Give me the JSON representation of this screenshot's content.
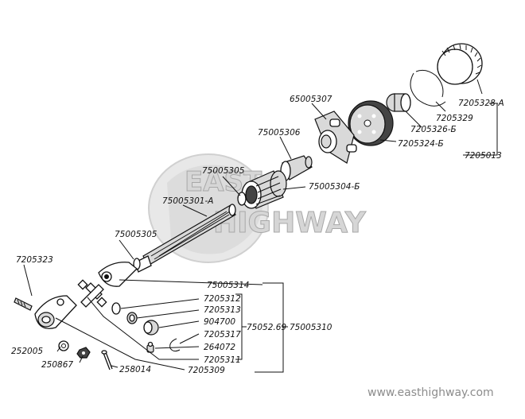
{
  "watermark": {
    "line1": "EAST",
    "line2": "HIGHWAY",
    "site": "www.easthighway.com"
  },
  "labels": {
    "p7205328a": "7205328-А",
    "p7205329": "7205329",
    "p7205326b": "7205326-Б",
    "p7205324b": "7205324-Б",
    "p7205013": "7205013",
    "p65005307": "65005307",
    "p75005306": "75005306",
    "p75005305a": "75005305",
    "p75005304b": "75005304-Б",
    "p75005301a": "75005301-А",
    "p75005305b": "75005305",
    "p7205323": "7205323",
    "p75005314": "75005314",
    "p7205312": "7205312",
    "p7205313": "7205313",
    "p904700": "904700",
    "p7205317": "7205317",
    "p264072": "264072",
    "p7205311": "7205311",
    "p7205309": "7205309",
    "p75052_69": "75052.69",
    "p75005310": "75005310",
    "p252005": "252005",
    "p250867": "250867",
    "p258014": "258014"
  }
}
